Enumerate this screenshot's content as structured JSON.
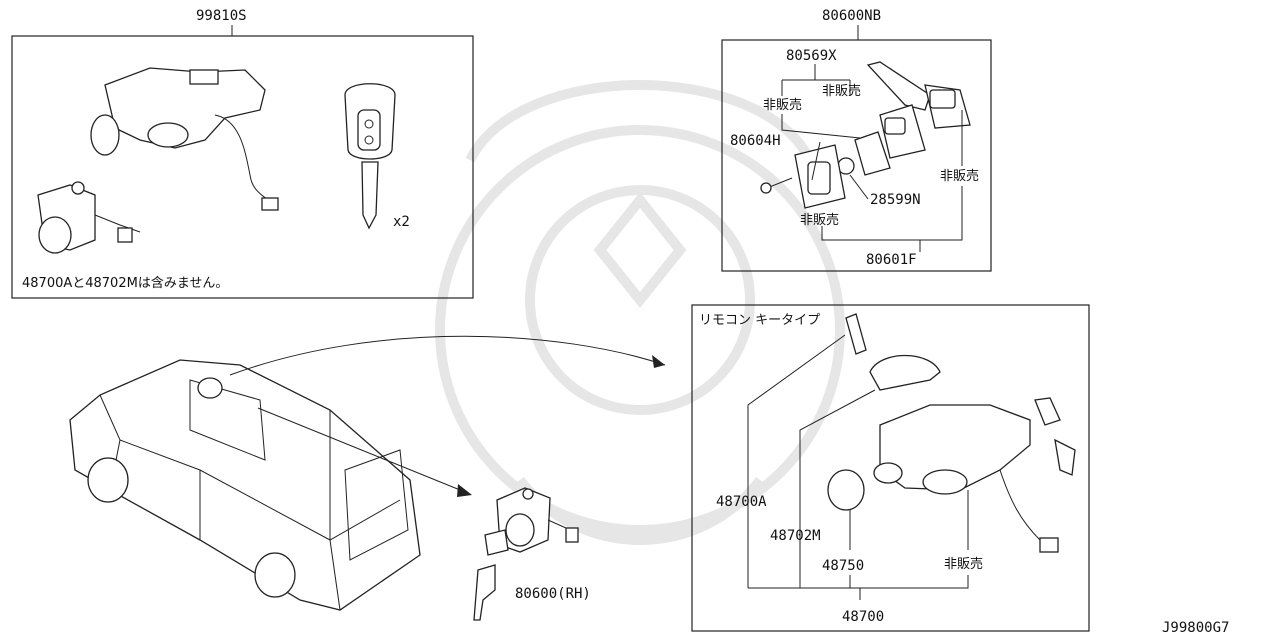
{
  "diagram": {
    "code": "J99800G7",
    "top_left_box": {
      "part_no": "99810S",
      "qty": "x2",
      "note": "48700Aと48702Mは含みません。"
    },
    "top_right_box": {
      "part_no": "80600NB",
      "labels": [
        "80569X",
        "非販売",
        "非販売",
        "80604H",
        "28599N",
        "非販売",
        "非販売",
        "80601F"
      ]
    },
    "bottom_right_box": {
      "title": "リモコン キータイプ",
      "labels": [
        "48700A",
        "48702M",
        "48750",
        "非販売",
        "48700"
      ]
    },
    "door_lock": {
      "part_no": "80600(RH)"
    }
  }
}
